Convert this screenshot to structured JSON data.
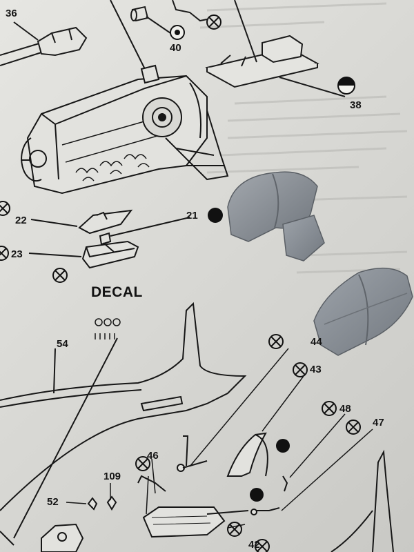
{
  "labels": {
    "p36": "36",
    "p40": "40",
    "p38": "38",
    "p22": "22",
    "p21": "21",
    "p23": "23",
    "p54": "54",
    "p44": "44",
    "p43": "43",
    "p48": "48",
    "p47": "47",
    "p46": "46",
    "p109": "109",
    "p52": "52",
    "p42": "42"
  },
  "decal_heading": "DECAL",
  "icons": [
    "cross-circle-icon",
    "cement-dot-icon",
    "half-filled-circle-icon",
    "filled-dot-icon"
  ],
  "colors": {
    "paper": "#dcdcd8",
    "ink": "#151515",
    "resin_part": "#8a9096"
  }
}
